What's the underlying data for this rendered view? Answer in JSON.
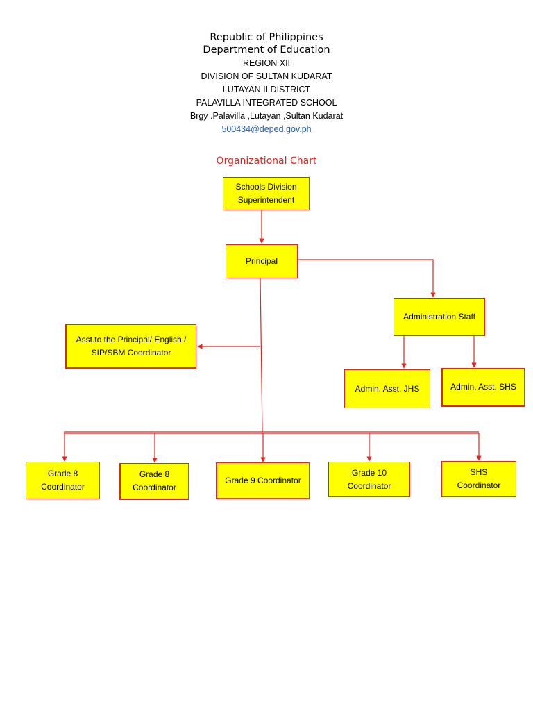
{
  "header": {
    "line1": "Republic of Philippines",
    "line2": "Department of Education",
    "region": "REGION XII",
    "division": "DIVISION OF SULTAN KUDARAT",
    "district": "LUTAYAN II DISTRICT",
    "school": "PALAVILLA INTEGRATED SCHOOL",
    "address": "Brgy .Palavilla ,Lutayan ,Sultan Kudarat",
    "email": "500434@deped.gov.ph"
  },
  "chart_title": "Organizational Chart",
  "colors": {
    "box_fill": "#ffff00",
    "box_border": "#e8231d",
    "connector": "#e8231d",
    "title": "#e8231d",
    "link": "#1f5fbf"
  },
  "nodes": {
    "superintendent": "Schools Division\nSuperintendent",
    "principal": "Principal",
    "admin_staff": "Administration Staff",
    "asst_principal": "Asst.to the Principal/ English /\nSIP/SBM Coordinator",
    "admin_asst_jhs": "Admin. Asst. JHS",
    "admin_asst_shs": "Admin, Asst. SHS",
    "grade8_a": "Grade 8\nCoordinator",
    "grade8_b": "Grade 8\nCoordinator",
    "grade9": "Grade 9 Coordinator",
    "grade10": "Grade 10\nCoordinator",
    "shs": "SHS\nCoordinator"
  }
}
